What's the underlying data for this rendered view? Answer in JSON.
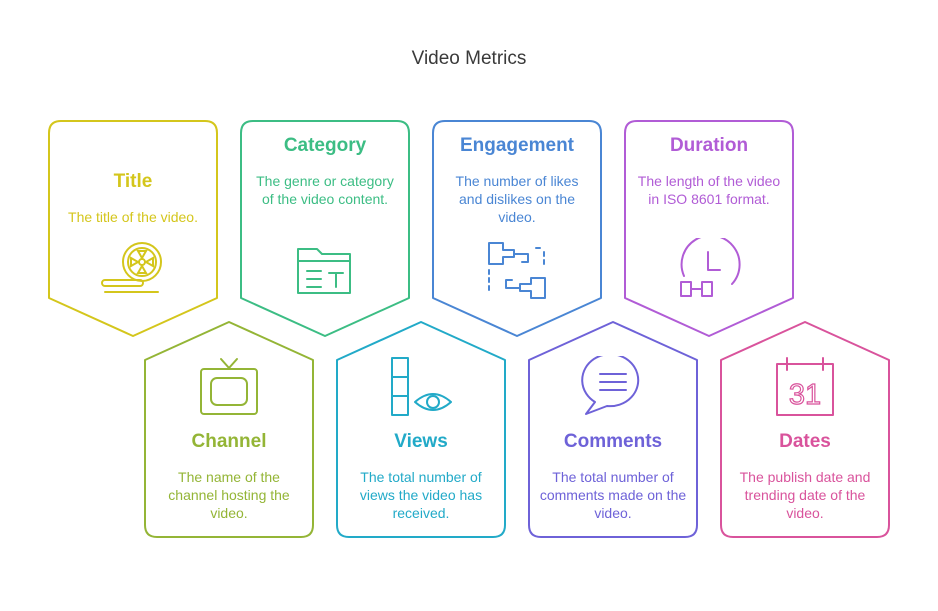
{
  "title": "Video Metrics",
  "cards": [
    {
      "title": "Title",
      "description": "The title of the video.",
      "color": "#d4c61c",
      "icon": "film-reel-icon"
    },
    {
      "title": "Category",
      "description": "The genre or category of the video content.",
      "color": "#3cbd84",
      "icon": "folder-text-icon"
    },
    {
      "title": "Engagement",
      "description": "The number of likes and dislikes on the video.",
      "color": "#4a86d4",
      "icon": "connector-icon"
    },
    {
      "title": "Duration",
      "description": "The length of the video in ISO 8601 format.",
      "color": "#b15cd6",
      "icon": "clock-icon"
    },
    {
      "title": "Channel",
      "description": "The name of the channel hosting the video.",
      "color": "#94b536",
      "icon": "tv-icon"
    },
    {
      "title": "Views",
      "description": "The total number of views the video has received.",
      "color": "#22aac8",
      "icon": "eye-bar-icon"
    },
    {
      "title": "Comments",
      "description": "The total number of comments made on the video.",
      "color": "#6e62d8",
      "icon": "chat-bubble-icon"
    },
    {
      "title": "Dates",
      "description": "The publish date and trending date of the video.",
      "color": "#d9539c",
      "icon": "calendar-icon"
    }
  ]
}
